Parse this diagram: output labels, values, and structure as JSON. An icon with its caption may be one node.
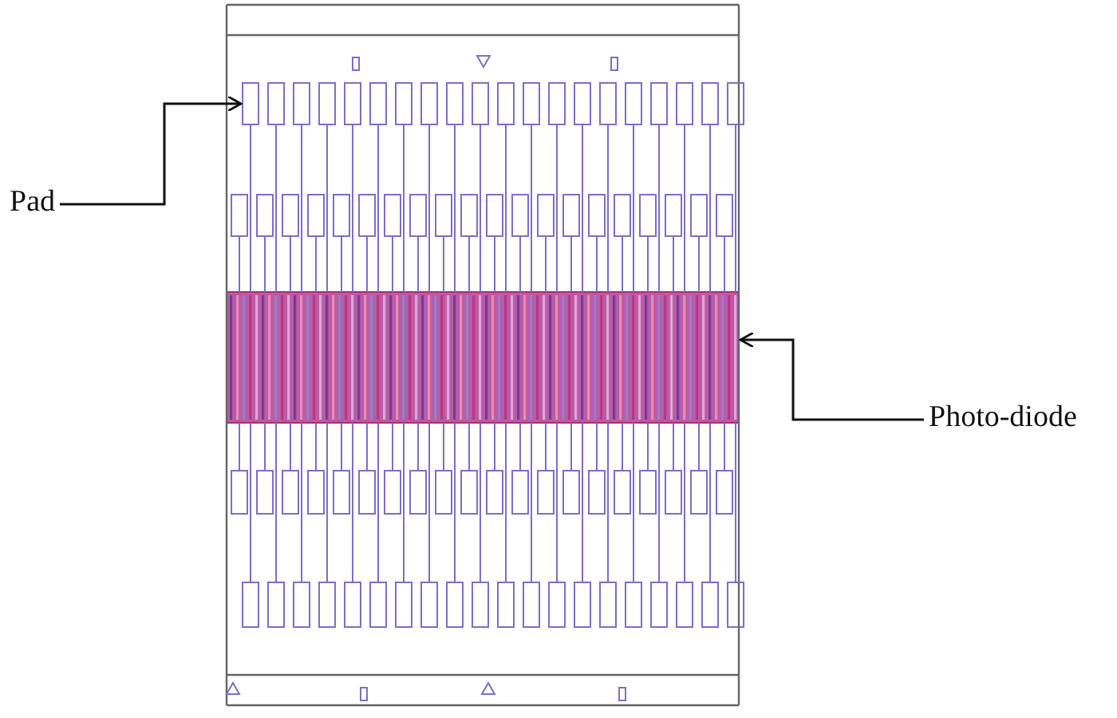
{
  "diagram": {
    "nodes": [
      {
        "text": [
          "Pad"
        ]
      },
      {
        "text": [],
        "shape": "box"
      },
      {
        "text": [
          "Photo-diode"
        ]
      },
      {
        "text": [],
        "shape": "bar"
      }
    ],
    "edges": [
      {
        "from": 0,
        "to": 1,
        "arrow": "to"
      },
      {
        "from": 2,
        "to": 3,
        "arrow": "to"
      }
    ]
  }
}
